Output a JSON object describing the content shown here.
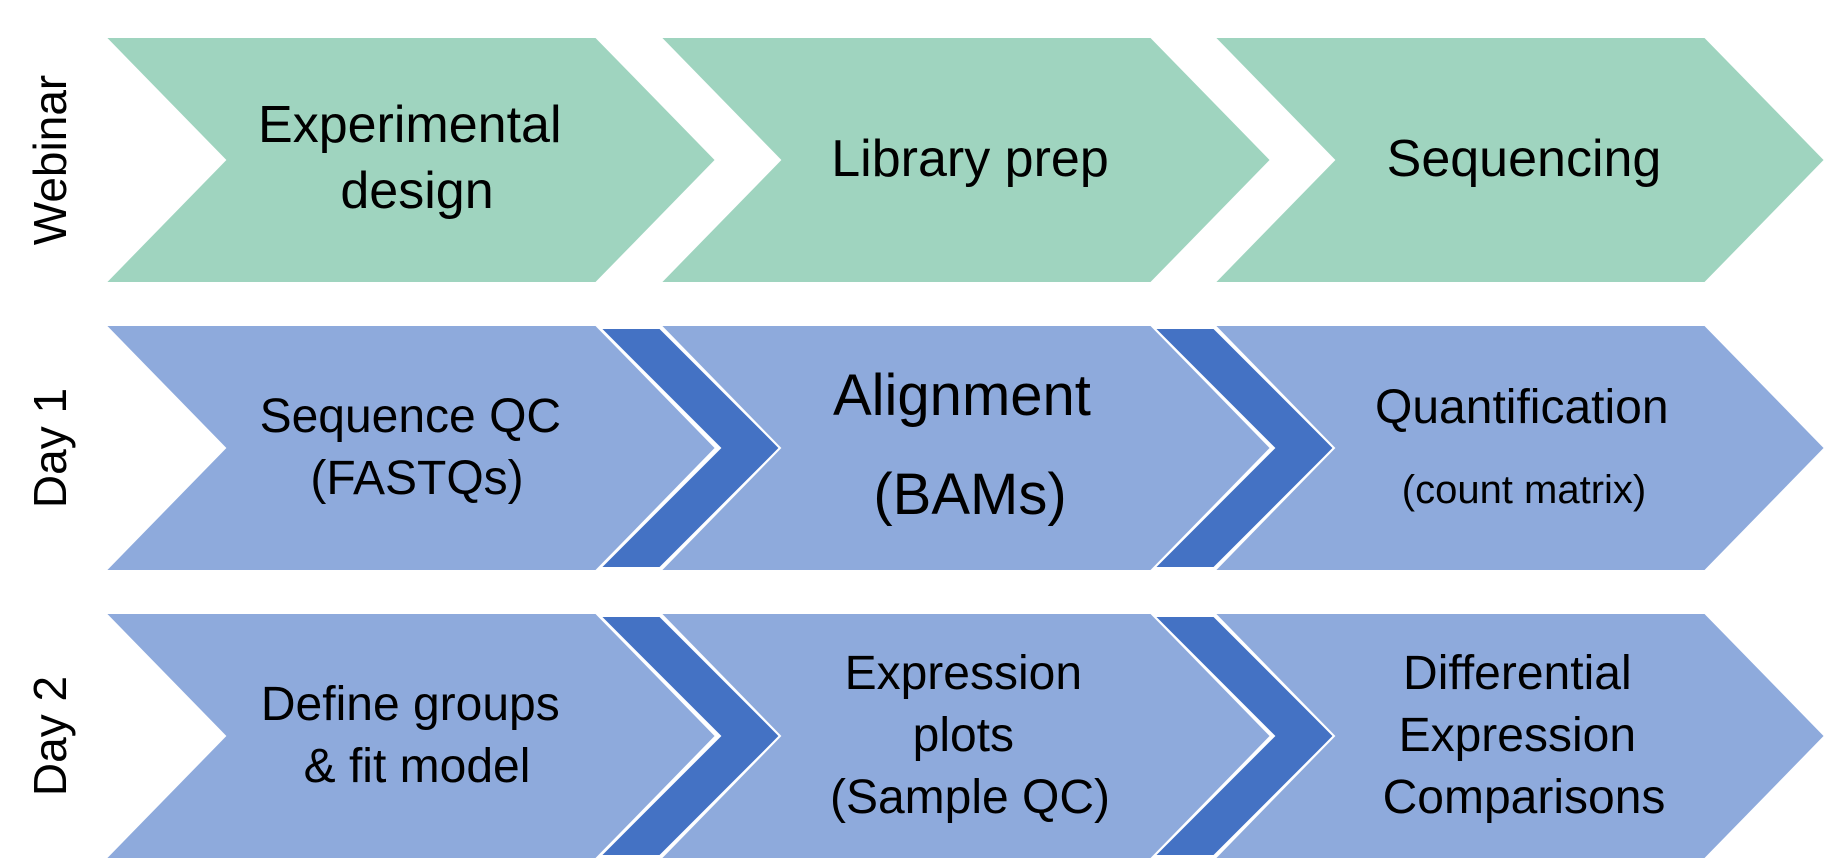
{
  "colors": {
    "webinar_fill": "#9fd4bf",
    "step_fill": "#8eaadc",
    "connector_fill": "#4472c4",
    "stroke": "#ffffff",
    "text": "#000000"
  },
  "rows": [
    {
      "label": "Webinar",
      "steps": [
        {
          "lines": [
            "Experimental",
            "design"
          ]
        },
        {
          "lines": [
            "Library prep"
          ]
        },
        {
          "lines": [
            "Sequencing"
          ]
        }
      ]
    },
    {
      "label": "Day 1",
      "steps": [
        {
          "lines": [
            "Sequence QC",
            "(FASTQs)"
          ]
        },
        {
          "lines": [
            "Alignment",
            "(BAMs)"
          ]
        },
        {
          "lines": [
            "Quantification",
            "(count matrix)"
          ]
        }
      ]
    },
    {
      "label": "Day 2",
      "steps": [
        {
          "lines": [
            "Define groups",
            "& fit model"
          ]
        },
        {
          "lines": [
            "Expression",
            "plots",
            "(Sample QC)"
          ]
        },
        {
          "lines": [
            "Differential",
            "Expression",
            "Comparisons"
          ]
        }
      ]
    }
  ]
}
